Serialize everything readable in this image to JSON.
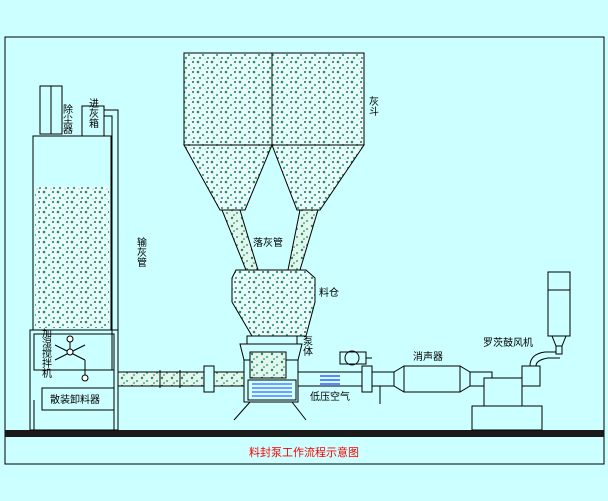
{
  "caption": "料封泵工作流程示意图",
  "labels": {
    "dust_collector": "除尘器",
    "ash_feed_box": "进灰箱",
    "ash_hopper": "灰斗",
    "ash_pipe": "输灰管",
    "drop_pipe": "落灰管",
    "silo": "料仓",
    "pump_body": "泵体",
    "humidifier_mixer": "加湿搅拌机",
    "bulk_unloader": "散装卸料器",
    "silencer": "消声器",
    "roots_blower": "罗茨鼓风机",
    "low_pressure_air": "低压空气"
  },
  "colors": {
    "background": "#ccffff",
    "outline": "#000000",
    "material": "#2e8b57",
    "material_light": "#8ed2a0",
    "air": "#1e3cff",
    "caption": "#ff0000",
    "floor": "#1a1a1a"
  }
}
